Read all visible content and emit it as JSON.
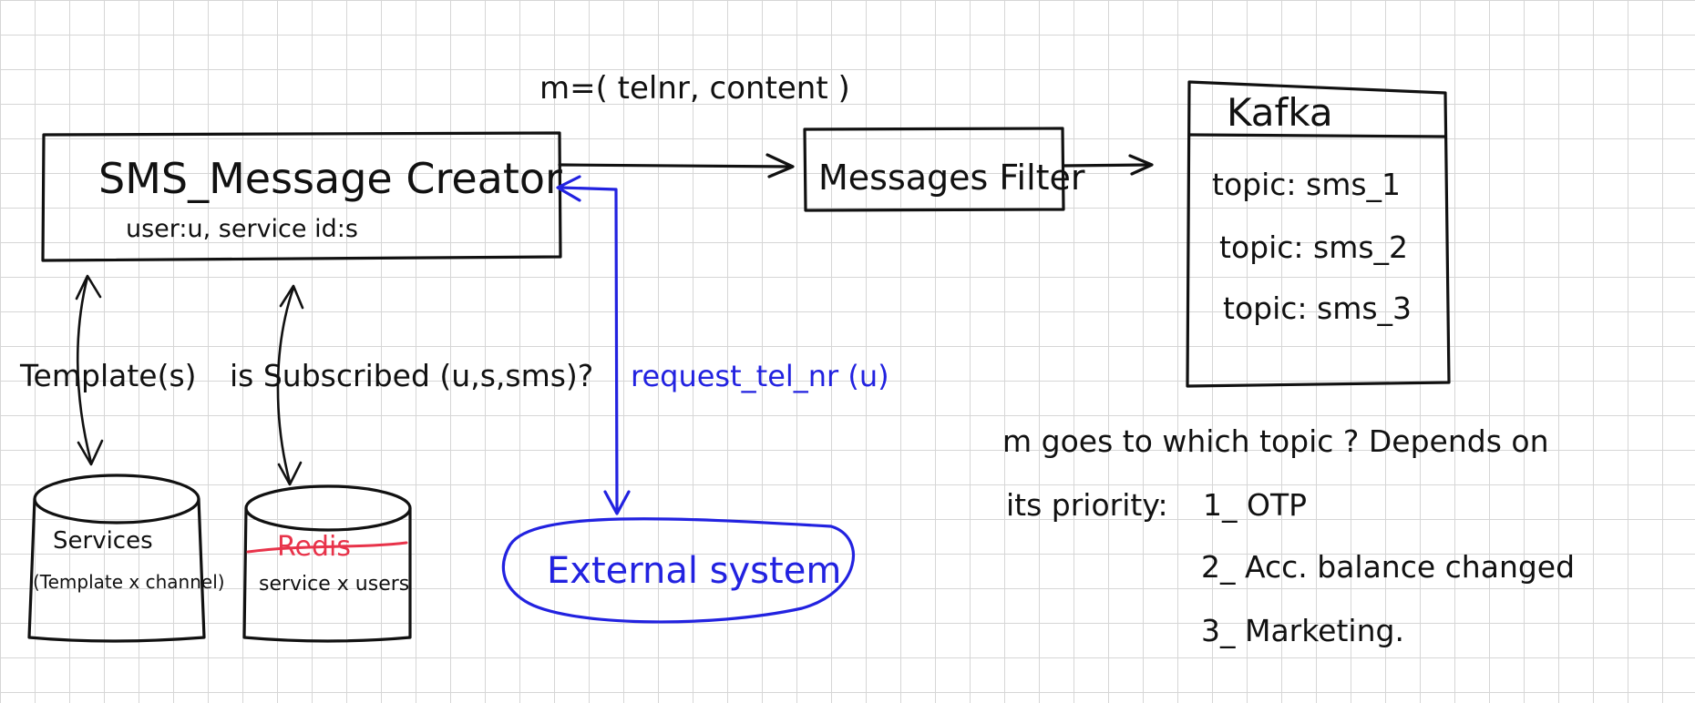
{
  "message_label": "m=( telnr, content )",
  "creator": {
    "title": "SMS_Message Creator",
    "subtitle": "user:u, service id:s"
  },
  "filter": {
    "label": "Messages Filter"
  },
  "kafka": {
    "title": "Kafka",
    "topics": [
      "topic: sms_1",
      "topic: sms_2",
      "topic: sms_3"
    ]
  },
  "edges": {
    "templates": "Template(s)",
    "subscribed": "is Subscribed (u,s,sms)?",
    "request": "request_tel_nr (u)"
  },
  "services_db": {
    "title": "Services",
    "subtitle": "(Template x channel)"
  },
  "redis_db": {
    "title": "Redis",
    "subtitle": "service x users"
  },
  "external": {
    "label": "External system"
  },
  "notes": {
    "question": "m goes to which topic ? Depends on",
    "intro": "its priority:",
    "priorities": [
      "1_ OTP",
      "2_ Acc. balance changed",
      "3_ Marketing."
    ]
  },
  "colors": {
    "ink": "#111111",
    "blue": "#2222e0",
    "red": "#e8334a"
  }
}
